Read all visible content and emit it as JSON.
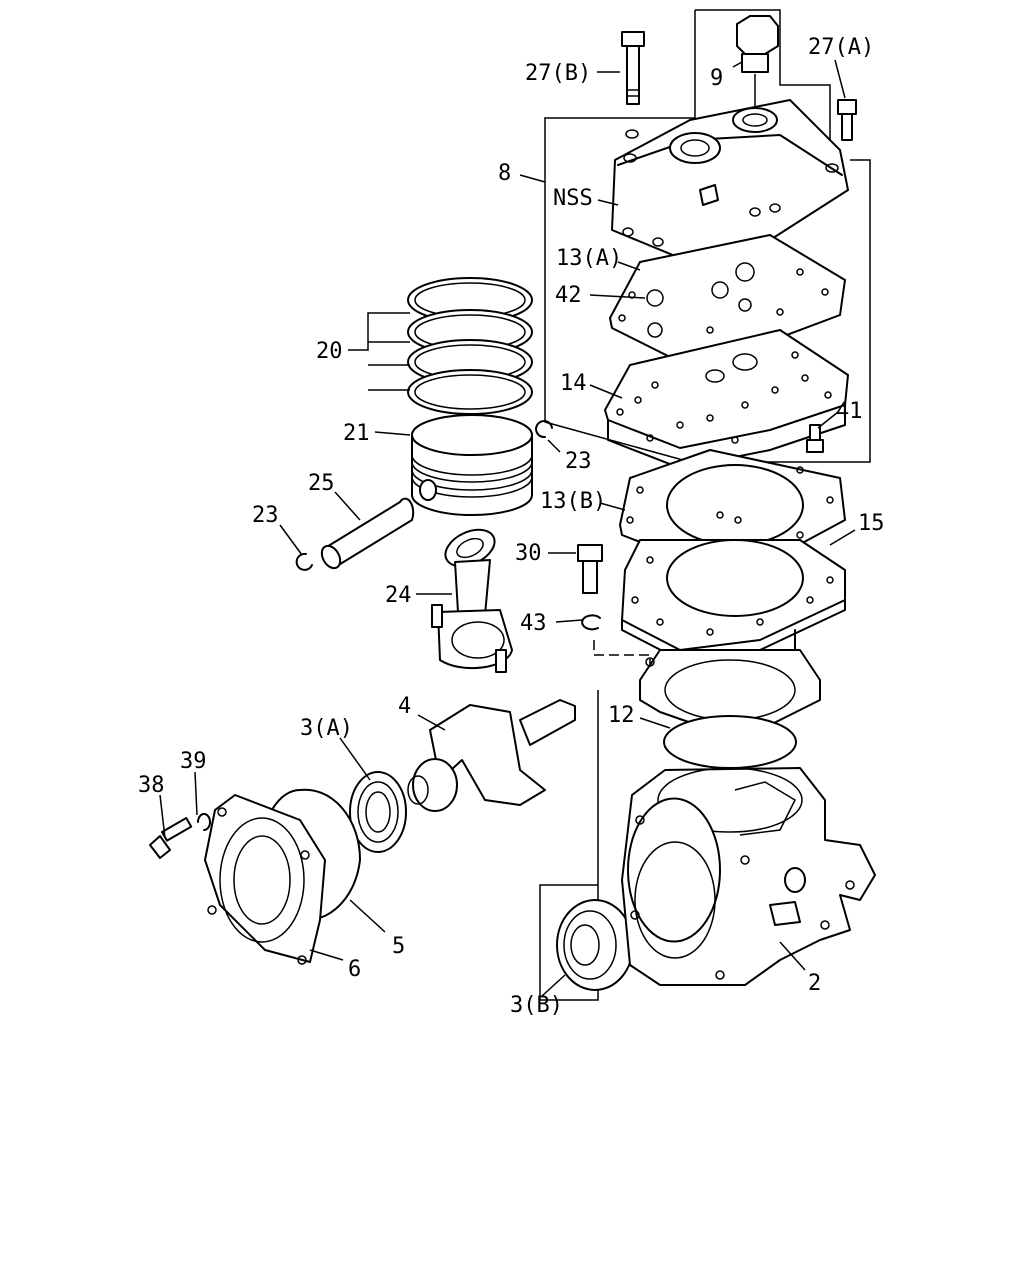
{
  "labels": {
    "l27B": "27(B)",
    "l9": "9",
    "l27A": "27(A)",
    "l8": "8",
    "lNSS": "NSS",
    "l13A": "13(A)",
    "l42": "42",
    "l14": "14",
    "l41": "41",
    "l20": "20",
    "l21": "21",
    "l23a": "23",
    "l25": "25",
    "l23b": "23",
    "l13B": "13(B)",
    "l15": "15",
    "l30": "30",
    "l24": "24",
    "l43": "43",
    "l12": "12",
    "l4": "4",
    "l3A": "3(A)",
    "l39": "39",
    "l38": "38",
    "l5": "5",
    "l6": "6",
    "l3B": "3(B)",
    "l2": "2"
  }
}
